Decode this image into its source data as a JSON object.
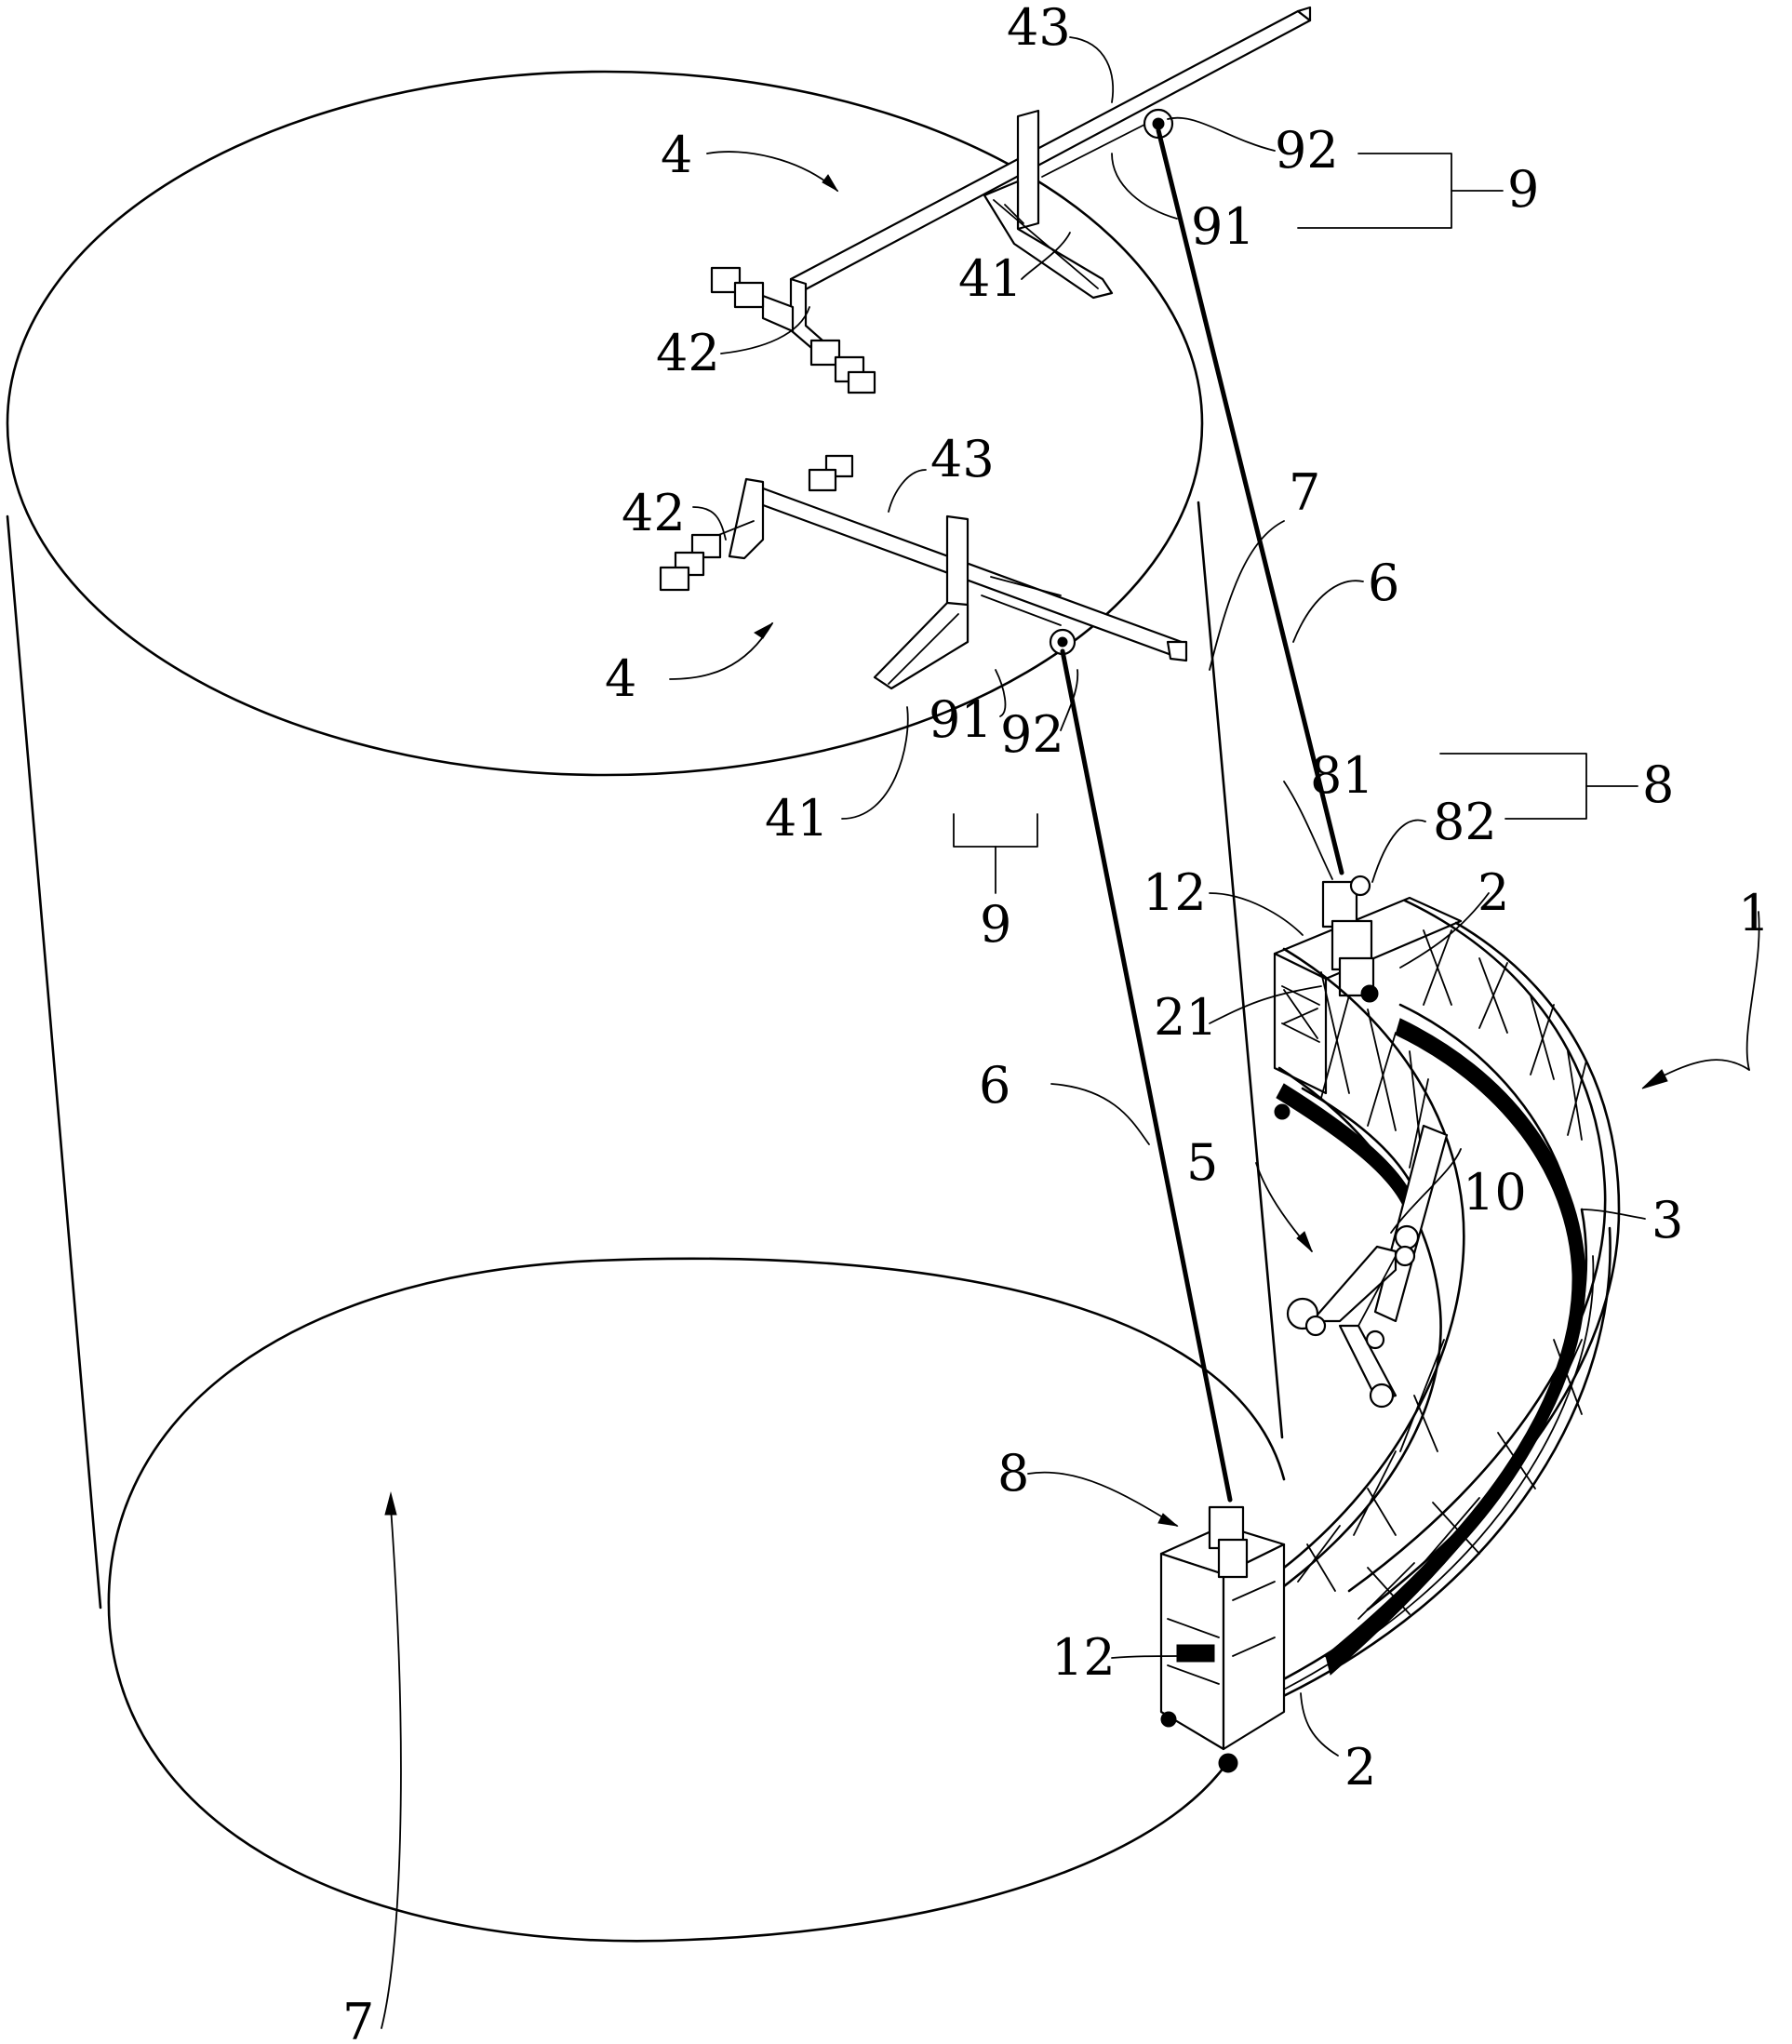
{
  "labels": {
    "l4_upper": "4",
    "l43_upper": "43",
    "l92_upper": "92",
    "l91_upper": "91",
    "l9_right": "9",
    "l41_upper": "41",
    "l42_upper": "42",
    "l43_lower": "43",
    "l42_lower": "42",
    "l7_mid": "7",
    "l6_right": "6",
    "l4_lower": "4",
    "l91_lower": "91",
    "l92_lower": "92",
    "l41_lower": "41",
    "l9_lower": "9",
    "l81": "81",
    "l8_top": "8",
    "l82": "82",
    "l12_top": "12",
    "l2_top": "2",
    "l1": "1",
    "l21": "21",
    "l6_left": "6",
    "l5": "5",
    "l10": "10",
    "l3": "3",
    "l8_bottom": "8",
    "l12_bottom": "12",
    "l2_bottom": "2",
    "l7_bottom": "7"
  }
}
